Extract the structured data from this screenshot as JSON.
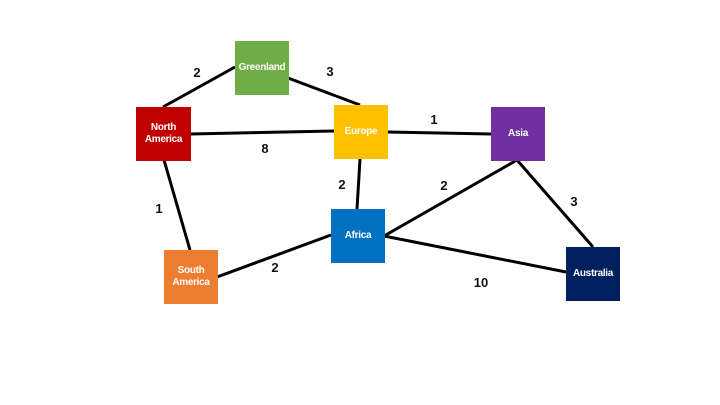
{
  "nodes": [
    {
      "id": "greenland",
      "label": "Greenland",
      "color": "#70ad47"
    },
    {
      "id": "north-america",
      "label": "North America",
      "color": "#c00000"
    },
    {
      "id": "europe",
      "label": "Europe",
      "color": "#ffc000"
    },
    {
      "id": "asia",
      "label": "Asia",
      "color": "#7030a0"
    },
    {
      "id": "africa",
      "label": "Africa",
      "color": "#0070c0"
    },
    {
      "id": "south-america",
      "label": "South America",
      "color": "#ed7d31"
    },
    {
      "id": "australia",
      "label": "Australia",
      "color": "#002060"
    }
  ],
  "edges": [
    {
      "from": "north-america",
      "to": "greenland",
      "weight": "2"
    },
    {
      "from": "greenland",
      "to": "europe",
      "weight": "3"
    },
    {
      "from": "north-america",
      "to": "europe",
      "weight": "8"
    },
    {
      "from": "europe",
      "to": "asia",
      "weight": "1"
    },
    {
      "from": "north-america",
      "to": "south-america",
      "weight": "1"
    },
    {
      "from": "europe",
      "to": "africa",
      "weight": "2"
    },
    {
      "from": "asia",
      "to": "africa",
      "weight": "2"
    },
    {
      "from": "asia",
      "to": "australia",
      "weight": "3"
    },
    {
      "from": "south-america",
      "to": "africa",
      "weight": "2"
    },
    {
      "from": "africa",
      "to": "australia",
      "weight": "10"
    }
  ]
}
